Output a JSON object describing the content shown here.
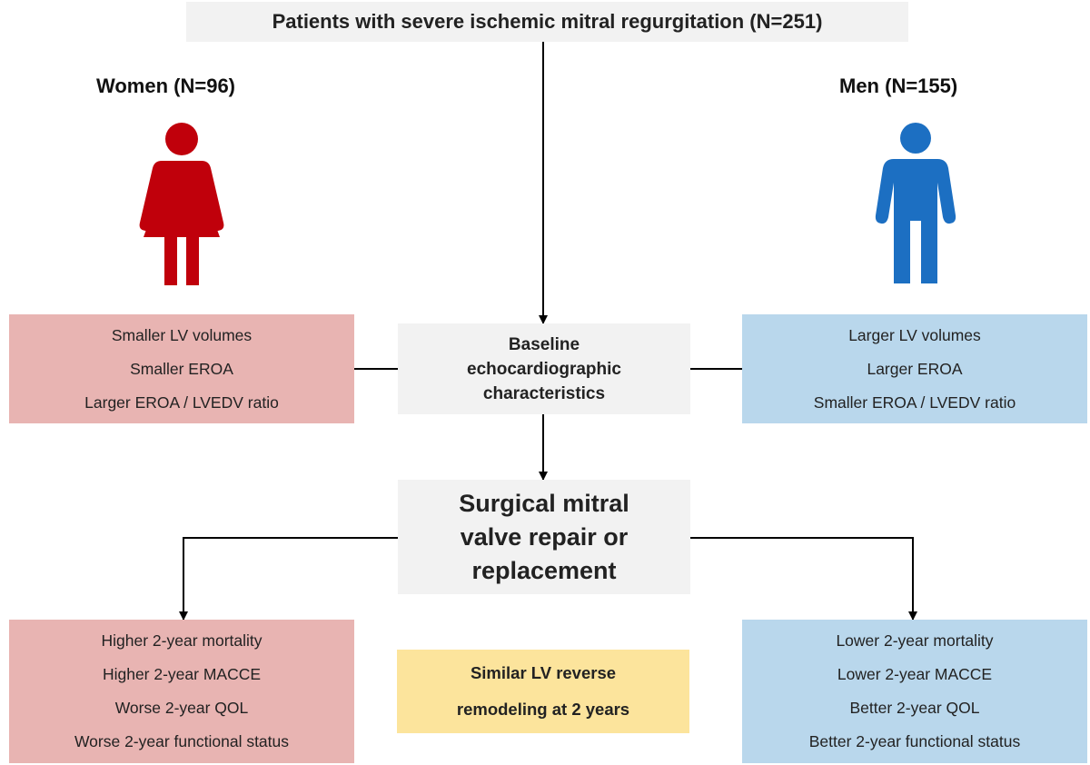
{
  "header": {
    "title": "Patients with severe ischemic mitral regurgitation (N=251)"
  },
  "women": {
    "title": "Women (N=96)",
    "icon": "woman-icon",
    "color": "#c0000b",
    "baseline": [
      "Smaller LV volumes",
      "Smaller EROA",
      "Larger EROA / LVEDV ratio"
    ],
    "outcomes": [
      "Higher 2-year mortality",
      "Higher 2-year MACCE",
      "Worse 2-year QOL",
      "Worse 2-year functional status"
    ]
  },
  "men": {
    "title": "Men (N=155)",
    "icon": "man-icon",
    "color": "#1c6fc2",
    "baseline": [
      "Larger LV volumes",
      "Larger EROA",
      "Smaller EROA / LVEDV ratio"
    ],
    "outcomes": [
      "Lower 2-year mortality",
      "Lower 2-year MACCE",
      "Better 2-year QOL",
      "Better 2-year functional status"
    ]
  },
  "center": {
    "baseline": [
      "Baseline",
      "echocardiographic",
      "characteristics"
    ],
    "surgery": [
      "Surgical mitral",
      "valve repair or",
      "replacement"
    ],
    "similar": [
      "Similar LV reverse",
      "remodeling at 2 years"
    ]
  },
  "colors": {
    "women_box": "#e8b4b2",
    "men_box": "#b9d7ec",
    "center_box": "#f2f2f2",
    "similar_box": "#fce49c"
  }
}
